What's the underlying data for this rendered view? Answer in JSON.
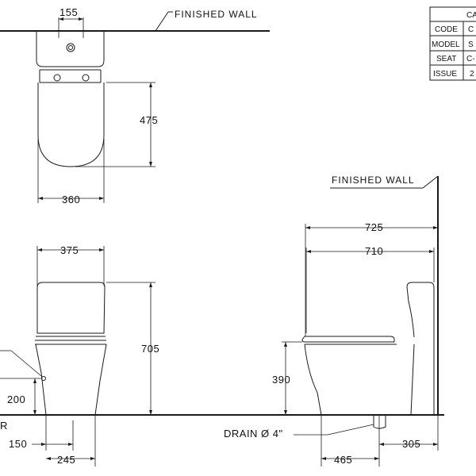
{
  "labels": {
    "finished_wall_top": "FINISHED  WALL",
    "finished_wall_side": "FINISHED  WALL",
    "drain": "DRAIN Ø 4\"",
    "cut_r": "R"
  },
  "dimensions": {
    "top_tank_button": "155",
    "top_depth": "475",
    "top_width": "360",
    "front_width": "375",
    "front_height": "705",
    "front_supply_height": "200",
    "front_150": "150",
    "front_245": "245",
    "side_725": "725",
    "side_710": "710",
    "side_seat_height": "390",
    "side_465": "465",
    "side_305": "305"
  },
  "spec_table": {
    "header": "CA",
    "rows": [
      {
        "key": "CODE",
        "value": "C"
      },
      {
        "key": "MODEL",
        "value": "S"
      },
      {
        "key": "SEAT",
        "value": "C-"
      },
      {
        "key": "ISSUE",
        "value": "2"
      }
    ]
  },
  "colors": {
    "line": "#1a1a1a",
    "background": "#ffffff"
  }
}
